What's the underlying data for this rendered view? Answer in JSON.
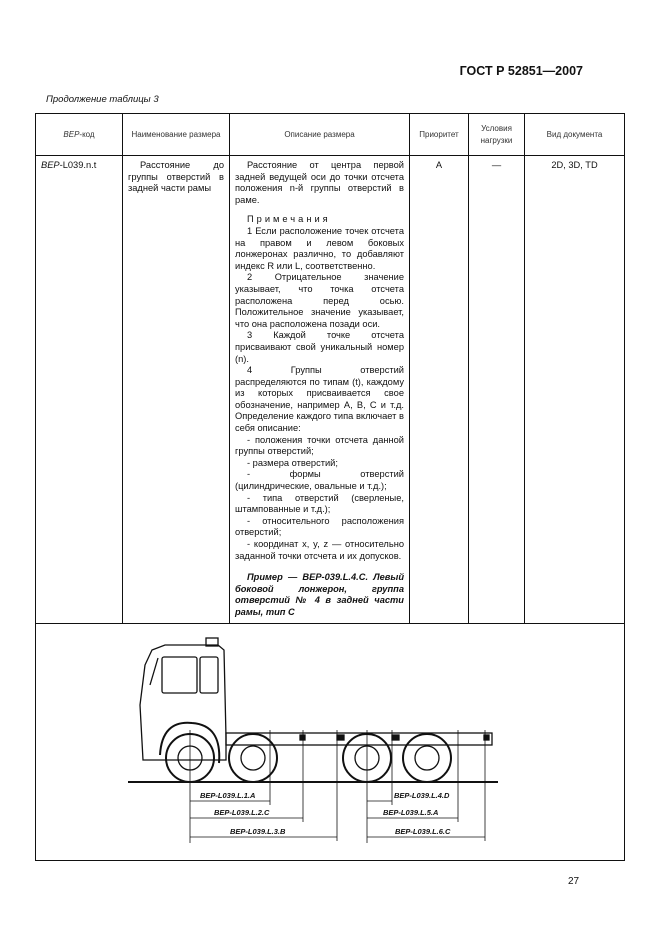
{
  "header": {
    "standard": "ГОСТ Р 52851—2007"
  },
  "caption": "Продолжение таблицы 3",
  "table": {
    "columns": [
      "BEP-код",
      "Наименование размера",
      "Описание размера",
      "Приоритет",
      "Условия нагрузки",
      "Вид документа"
    ],
    "col0_prefix": "BEP",
    "col0_suffix": "-код",
    "row": {
      "code_prefix": "BEP",
      "code_suffix": "-L039.n.t",
      "name": "Расстояние до группы отверстий в задней части рамы",
      "description": "Расстояние от центра первой задней ведущей оси до точки отсчета положения n-й группы отверстий в раме.",
      "notes_title": "Примечания",
      "notes": [
        "1 Если расположение точек отсчета на правом и левом боковых лонжеронах различно, то добавляют индекс R или L, соответственно.",
        "2 Отрицательное значение указывает, что точка отсчета расположена перед осью. Положительное значение указывает, что она расположена позади оси.",
        "3 Каждой точке отсчета присваивают свой уникальный номер (n).",
        "4 Группы отверстий распределяются по типам (t), каждому из которых присваивается свое обозначение, например A, B, C и т.д. Определение каждого типа включает в себя описание:",
        "- положения точки отсчета данной группы отверстий;",
        "- размера отверстий;",
        "- формы отверстий (цилиндрические, овальные и т.д.);",
        "- типа отверстий (сверленые, штампованные и т.д.);",
        "- относительного расположения отверстий;",
        "- координат x, y, z — относительно заданной точки отсчета и их допусков."
      ],
      "example": "Пример — BEP-039.L.4.C. Левый боковой лонжерон, группа отверстий № 4 в задней части рамы, тип C",
      "priority": "A",
      "load": "—",
      "doc_type": "2D, 3D, TD"
    },
    "figure_labels": [
      "BEP-L039.L.1.A",
      "BEP-L039.L.2.C",
      "BEP-L039.L.3.B",
      "BEP-L039.L.4.D",
      "BEP-L039.L.5.A",
      "BEP-L039.L.6.C"
    ]
  },
  "page_number": "27"
}
